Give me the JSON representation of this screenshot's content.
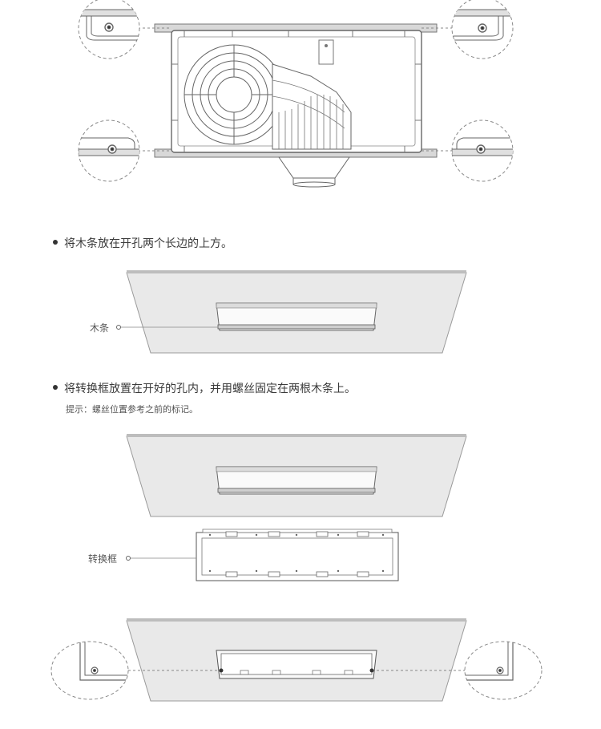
{
  "steps": [
    {
      "text": "将木条放在开孔两个长边的上方。"
    },
    {
      "text": "将转换框放置在开好的孔内，并用螺丝固定在两根木条上。"
    }
  ],
  "hint": "提示：螺丝位置参考之前的标记。",
  "labels": {
    "wood_strip": "木条",
    "adapter_frame": "转换框"
  },
  "colors": {
    "panel_fill": "#e9e9e9",
    "panel_edge": "#9a9a9a",
    "line": "#555555"
  }
}
